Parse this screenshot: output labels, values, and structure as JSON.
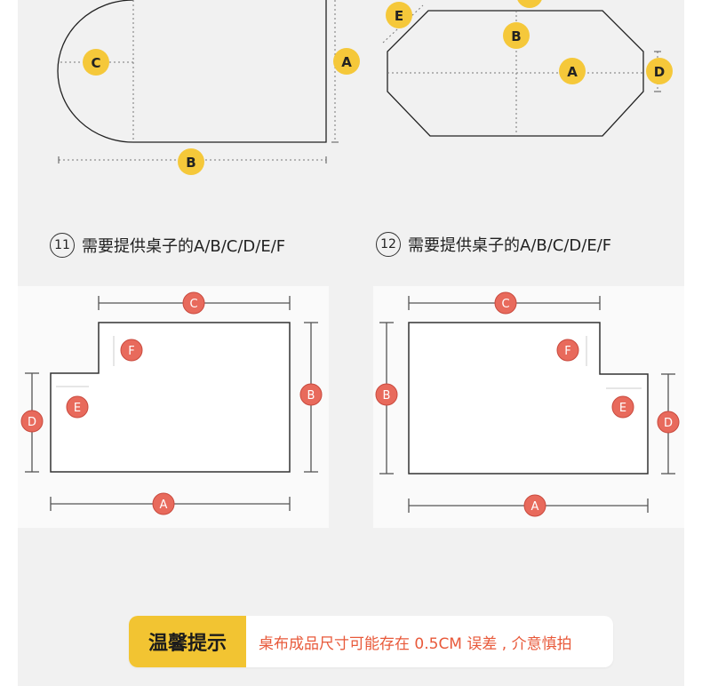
{
  "top_diagrams": {
    "left": {
      "labels": {
        "A": "A",
        "B": "B",
        "C": "C"
      }
    },
    "right": {
      "labels": {
        "A": "A",
        "B": "B",
        "D": "D",
        "E": "E"
      }
    }
  },
  "captions": [
    {
      "number": "11",
      "text": "需要提供桌子的A/B/C/D/E/F"
    },
    {
      "number": "12",
      "text": "需要提供桌子的A/B/C/D/E/F"
    }
  ],
  "l_shape_left": {
    "labels": {
      "A": "A",
      "B": "B",
      "C": "C",
      "D": "D",
      "E": "E",
      "F": "F"
    }
  },
  "l_shape_right": {
    "labels": {
      "A": "A",
      "B": "B",
      "C": "C",
      "D": "D",
      "E": "E",
      "F": "F"
    }
  },
  "tip": {
    "label": "温馨提示",
    "text": "桌布成品尺寸可能存在 0.5CM 误差 , 介意慎拍"
  },
  "colors": {
    "yellow_badge": "#f5c83a",
    "red_badge": "#e86a5c",
    "tip_label_bg": "#f2c432",
    "tip_text": "#e8593a"
  }
}
